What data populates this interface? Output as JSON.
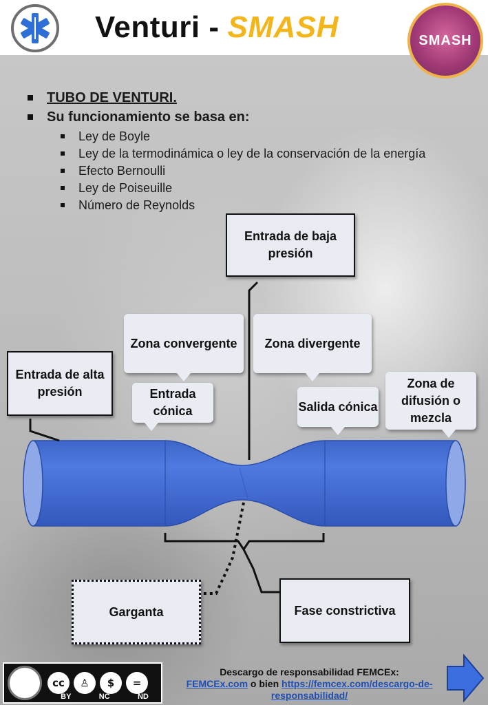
{
  "header": {
    "title_main": "Venturi -",
    "title_accent": "SMASH",
    "logo_left_alt": "femcex-star-of-life-logo",
    "logo_right_text": "SMASH"
  },
  "bullets": {
    "heading": "TUBO DE VENTURI.",
    "intro": "Su funcionamiento se basa en:",
    "items": [
      "Ley de Boyle",
      "Ley de la termodinámica o ley de la conservación de la energía",
      "Efecto Bernoulli",
      "Ley de Poiseuille",
      "Número de Reynolds"
    ]
  },
  "labels": {
    "entrada_baja": "Entrada de baja presión",
    "zona_convergente": "Zona convergente",
    "zona_divergente": "Zona divergente",
    "entrada_alta": "Entrada de alta presión",
    "entrada_conica": "Entrada cónica",
    "salida_conica": "Salida cónica",
    "zona_difusion": "Zona de difusión o mezcla",
    "garganta": "Garganta",
    "fase_constrictiva": "Fase constrictiva"
  },
  "colors": {
    "tube_main": "#4a74d6",
    "tube_dark": "#2f55b5",
    "tube_end": "#8fa8e8",
    "accent": "#f2b51b"
  },
  "footer": {
    "license": [
      "BY",
      "NC",
      "ND"
    ],
    "license_icons": [
      "cc",
      "person-icon",
      "no-dollar-icon",
      "equals-icon"
    ],
    "disclaimer_title": "Descargo de responsabilidad FEMCEx:",
    "link1": "FEMCEx.com",
    "connector": "o bien",
    "link2": "https://femcex.com/descargo-de-responsabilidad/"
  }
}
